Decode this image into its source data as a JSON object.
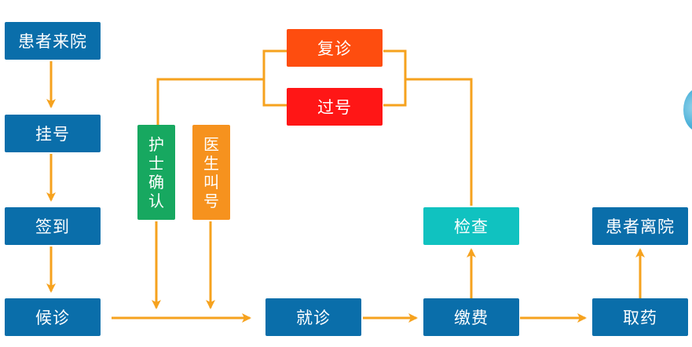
{
  "colors": {
    "line": "#f6a21e",
    "blue": "#0a6eaa",
    "orange_red": "#fe4d0f",
    "red": "#ff1616",
    "green": "#17a860",
    "orange": "#f6921e",
    "teal": "#10c2c0"
  },
  "nodes": {
    "patient_arrive": "患者来院",
    "register": "挂号",
    "check_in": "签到",
    "wait": "候诊",
    "consult": "就诊",
    "pay": "缴费",
    "examine": "检查",
    "pick_medicine": "取药",
    "patient_leave": "患者离院",
    "revisit": "复诊",
    "missed_number": "过号",
    "nurse_confirm": "护士确认",
    "doctor_call": "医生叫号"
  }
}
